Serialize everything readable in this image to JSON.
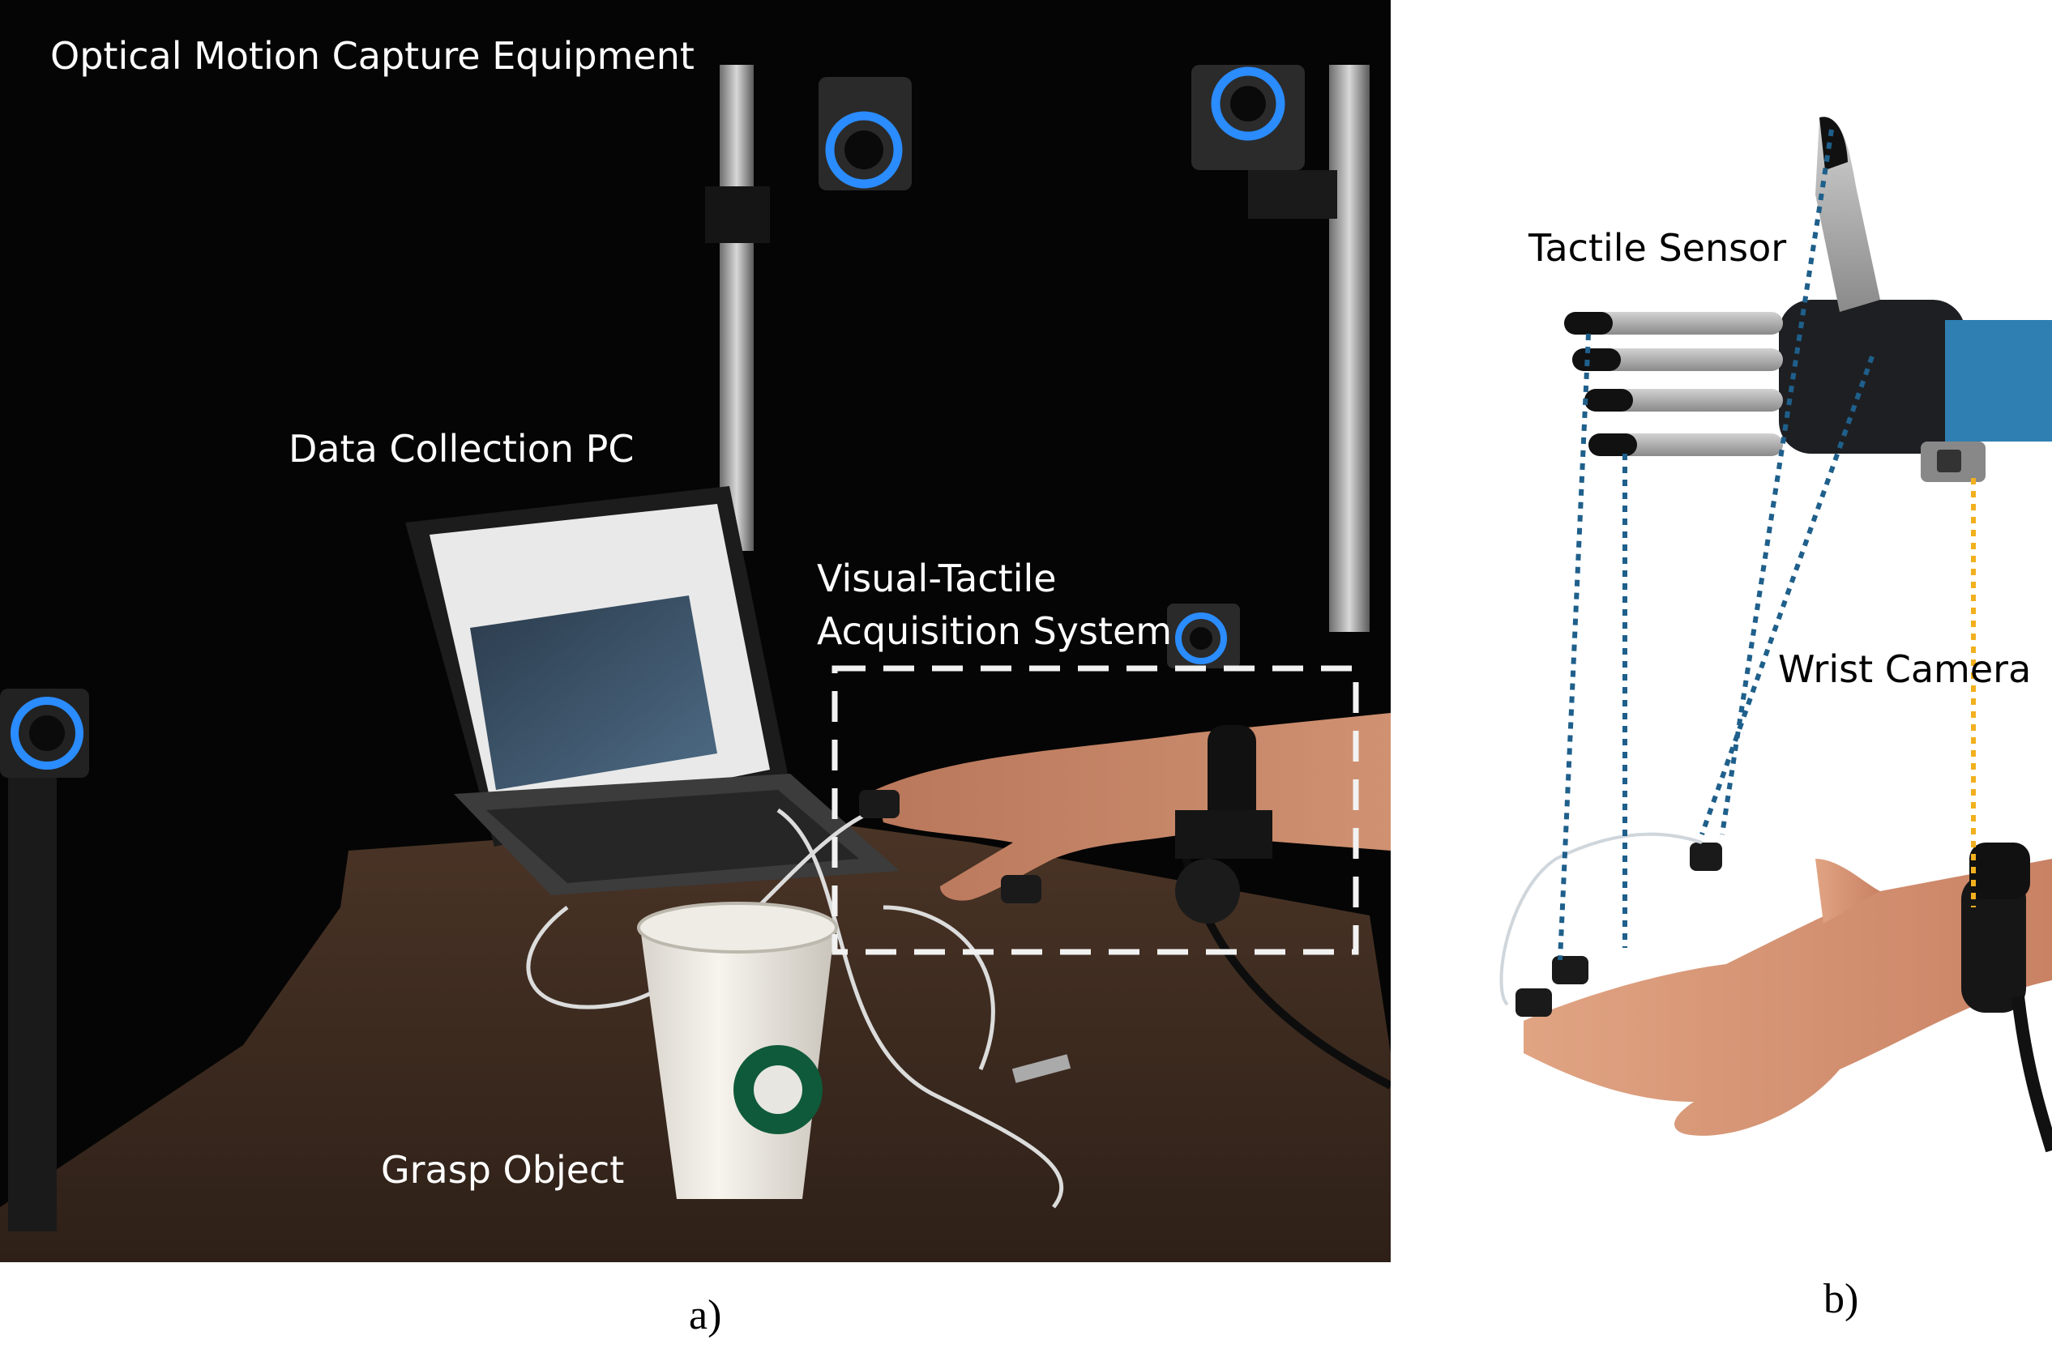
{
  "panel_a": {
    "labels": {
      "mocap": "Optical Motion Capture Equipment",
      "pc": "Data Collection PC",
      "system_line1": "Visual-Tactile",
      "system_line2": "Acquisition System",
      "object": "Grasp Object"
    },
    "caption": "a)"
  },
  "panel_b": {
    "labels": {
      "tactile": "Tactile Sensor",
      "camera": "Wrist Camera"
    },
    "caption": "b)"
  },
  "colors": {
    "tactile_link": "#1f5f8b",
    "camera_link": "#f2b01e",
    "mocap_ring": "#2a8cff",
    "dashed_box": "#f2f2f2"
  }
}
